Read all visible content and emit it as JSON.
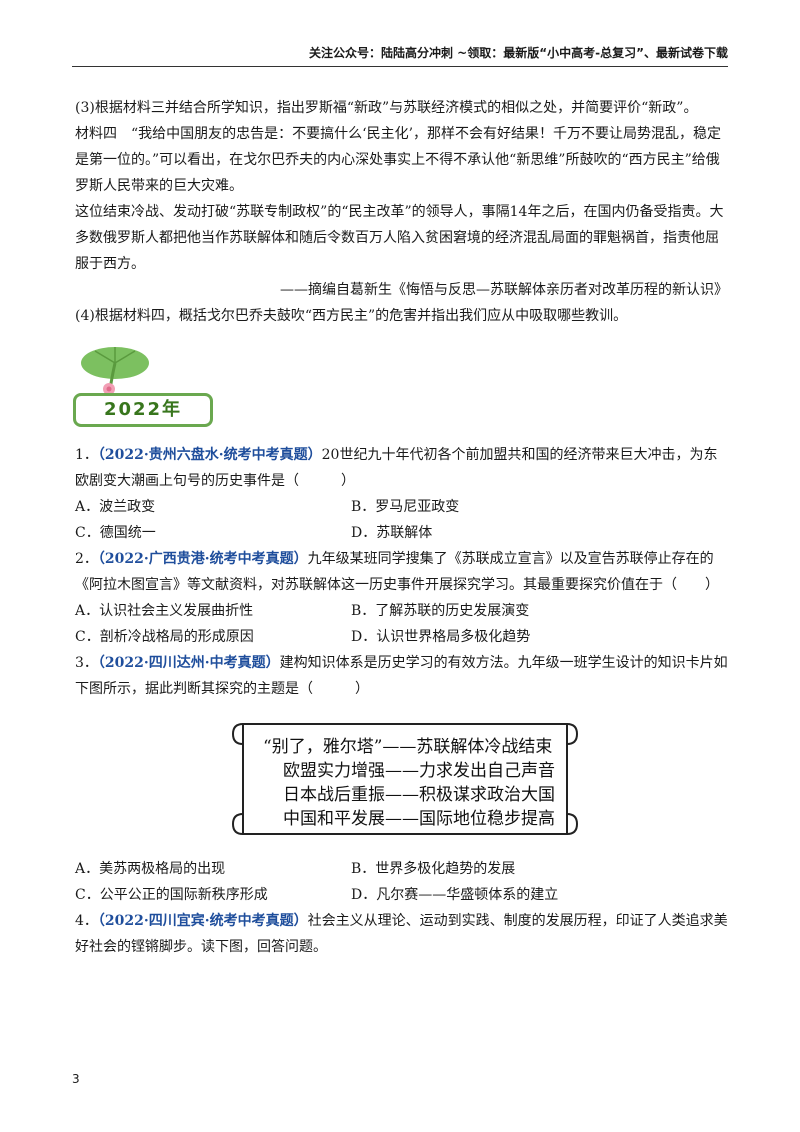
{
  "header": {
    "text": "关注公众号：陆陆高分冲刺 ~领取：最新版“小中高考-总复习”、最新试卷下载"
  },
  "blocks": [
    "(3)根据材料三并结合所学知识，指出罗斯福“新政”与苏联经济模式的相似之处，并简要评价“新政”。",
    "材料四　“我给中国朋友的忠告是：不要搞什么‘民主化’，那样不会有好结果！千万不要让局势混乱，稳定是第一位的。”可以看出，在戈尔巴乔夫的内心深处事实上不得不承认他“新思维”所鼓吹的“西方民主”给俄罗斯人民带来的巨大灾难。",
    "这位结束冷战、发动打破“苏联专制政权”的“民主改革”的领导人，事隔14年之后，在国内仍备受指责。大多数俄罗斯人都把他当作苏联解体和随后令数百万人陷入贫困窘境的经济混乱局面的罪魁祸首，指责他屈服于西方。",
    "——摘编自葛新生《悔悟与反思—苏联解体亲历者对改革历程的新认识》",
    "(4)根据材料四，概括戈尔巴乔夫鼓吹“西方民主”的危害并指出我们应从中吸取哪些教训。"
  ],
  "year_badge": "2022年",
  "questions": [
    {
      "num": "1．",
      "source": "（2022·贵州六盘水·统考中考真题）",
      "stem": "20世纪九十年代初各个前加盟共和国的经济带来巨大冲击，为东欧剧变大潮画上句号的历史事件是（　　　）",
      "options": [
        "A．波兰政变",
        "B．罗马尼亚政变",
        "C．德国统一",
        "D．苏联解体"
      ]
    },
    {
      "num": "2．",
      "source": "（2022·广西贵港·统考中考真题）",
      "stem": "九年级某班同学搜集了《苏联成立宣言》以及宣告苏联停止存在的《阿拉木图宣言》等文献资料，对苏联解体这一历史事件开展探究学习。其最重要探究价值在于（　　）",
      "options": [
        "A．认识社会主义发展曲折性",
        "B．了解苏联的历史发展演变",
        "C．剖析冷战格局的形成原因",
        "D．认识世界格局多极化趋势"
      ]
    },
    {
      "num": "3．",
      "source": "（2022·四川达州·中考真题）",
      "stem": "建构知识体系是历史学习的有效方法。九年级一班学生设计的知识卡片如下图所示，据此判断其探究的主题是（　　　）",
      "options": [
        "A．美苏两极格局的出现",
        "B．世界多极化趋势的发展",
        "C．公平公正的国际新秩序形成",
        "D．凡尔赛——华盛顿体系的建立"
      ]
    },
    {
      "num": "4．",
      "source": "（2022·四川宜宾·统考中考真题）",
      "stem": "社会主义从理论、运动到实践、制度的发展历程，印证了人类追求美好社会的铿锵脚步。读下图，回答问题。",
      "options": []
    }
  ],
  "scroll_card": {
    "lines": [
      "“别了，雅尔塔”——苏联解体冷战结束",
      "欧盟实力增强——力求发出自己声音",
      "日本战后重振——积极谋求政治大国",
      "中国和平发展——国际地位稳步提高"
    ]
  },
  "page_number": "3",
  "colors": {
    "source_blue": "#1f4e9c",
    "badge_green": "#6aa84f"
  }
}
